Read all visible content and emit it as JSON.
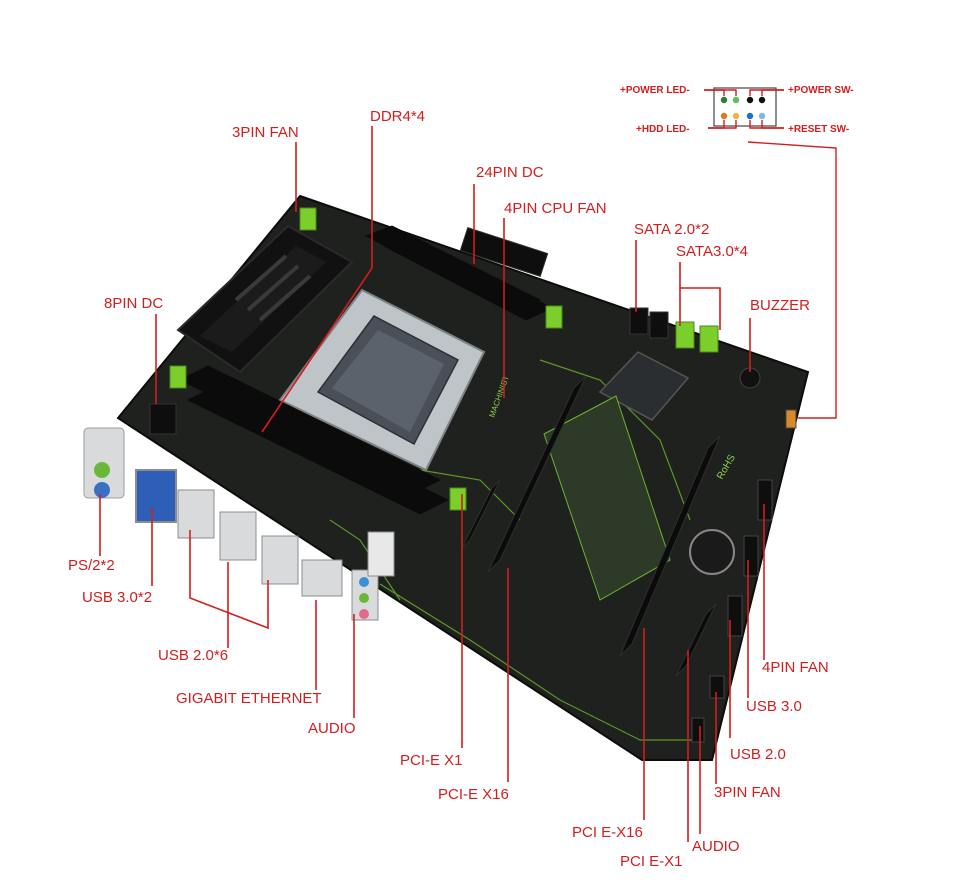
{
  "colors": {
    "label": "#d21e1e",
    "board": "#1e211d",
    "accent_green": "#7ccf2a",
    "heatsink": "#161616",
    "socket": "#bfc4c8"
  },
  "front_panel": {
    "power_led": "+POWER LED-",
    "power_sw": "+POWER SW-",
    "hdd_led": "+HDD LED-",
    "reset_sw": "+RESET SW-"
  },
  "callouts": {
    "pin3_fan_top": "3PIN FAN",
    "ddr4": "DDR4*4",
    "dc24": "24PIN DC",
    "cpu_fan": "4PIN CPU FAN",
    "sata2": "SATA 2.0*2",
    "sata3": "SATA3.0*4",
    "buzzer": "BUZZER",
    "dc8": "8PIN DC",
    "ps2": "PS/2*2",
    "usb30_rear": "USB 3.0*2",
    "usb20_rear": "USB 2.0*6",
    "ethernet": "GIGABIT ETHERNET",
    "audio_rear": "AUDIO",
    "pcie_x1_a": "PCI-E X1",
    "pcie_x16_a": "PCI-E X16",
    "pcie_x16_b": "PCI E-X16",
    "pcie_x1_b": "PCI E-X1",
    "audio_header": "AUDIO",
    "fan3_bottom": "3PIN FAN",
    "usb20_header": "USB 2.0",
    "usb30_header": "USB 3.0",
    "fan4": "4PIN FAN"
  },
  "board_print": {
    "brand": "MACHINIST",
    "rohs": "RoHS"
  }
}
